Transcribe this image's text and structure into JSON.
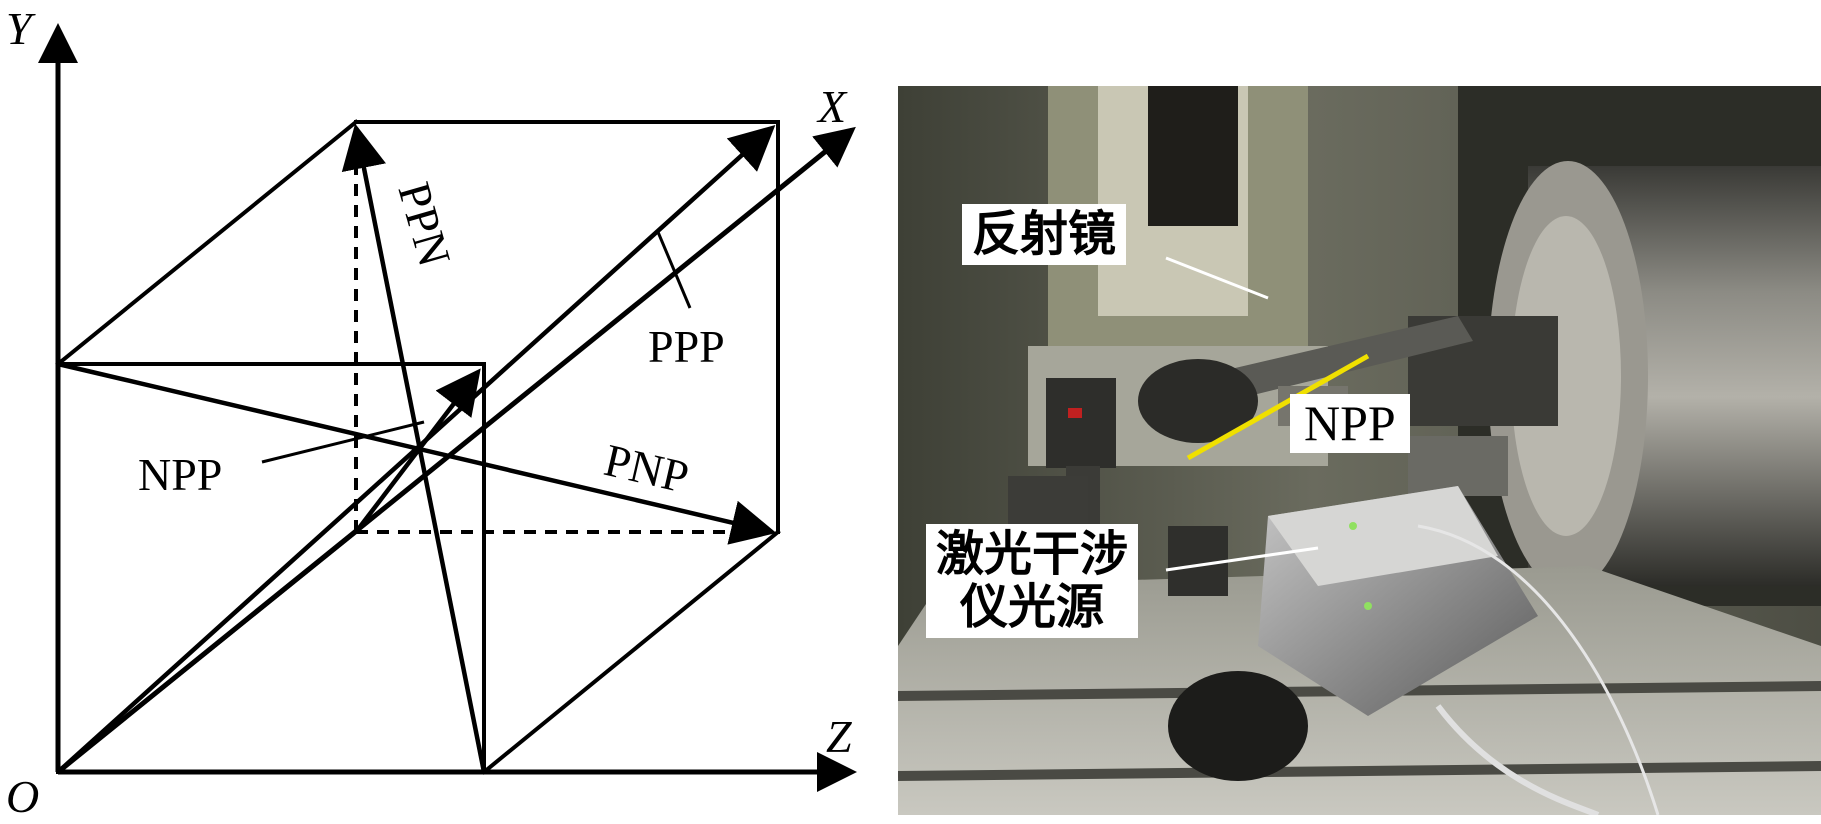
{
  "diagram": {
    "axes": {
      "y": "Y",
      "x": "X",
      "z": "Z",
      "origin": "O"
    },
    "directions": {
      "ppn": "PPN",
      "ppp": "PPP",
      "npp": "NPP",
      "pnp": "PNP"
    }
  },
  "photo": {
    "labels": {
      "mirror": "反射镜",
      "npp": "NPP",
      "laser_line1": "激光干涉",
      "laser_line2": "仪光源"
    },
    "colors": {
      "beam": "#f0e000",
      "label_bg": "#ffffff"
    }
  }
}
